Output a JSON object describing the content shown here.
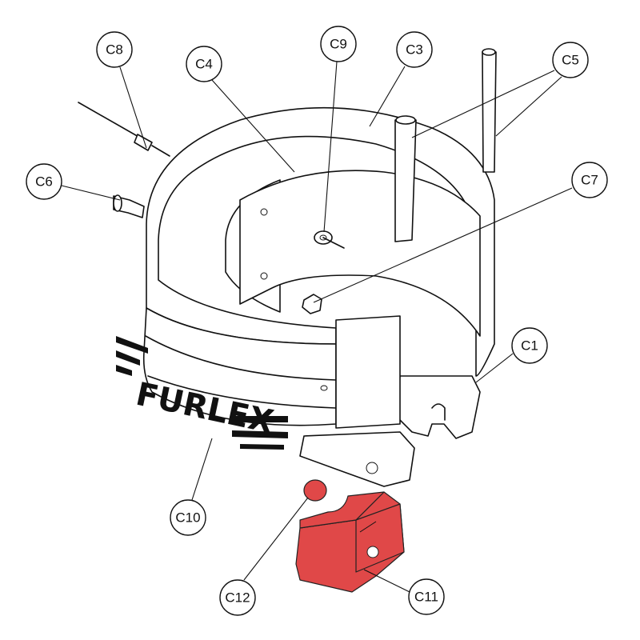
{
  "diagram": {
    "logo_text": "FURLEX",
    "callouts": [
      {
        "id": "c8",
        "label": "C8"
      },
      {
        "id": "c4",
        "label": "C4"
      },
      {
        "id": "c9",
        "label": "C9"
      },
      {
        "id": "c3",
        "label": "C3"
      },
      {
        "id": "c5",
        "label": "C5"
      },
      {
        "id": "c6",
        "label": "C6"
      },
      {
        "id": "c7",
        "label": "C7"
      },
      {
        "id": "c1",
        "label": "C1"
      },
      {
        "id": "c10",
        "label": "C10"
      },
      {
        "id": "c12",
        "label": "C12"
      },
      {
        "id": "c11",
        "label": "C11"
      }
    ],
    "colors": {
      "highlight": "#e04848",
      "line": "#111111"
    }
  }
}
